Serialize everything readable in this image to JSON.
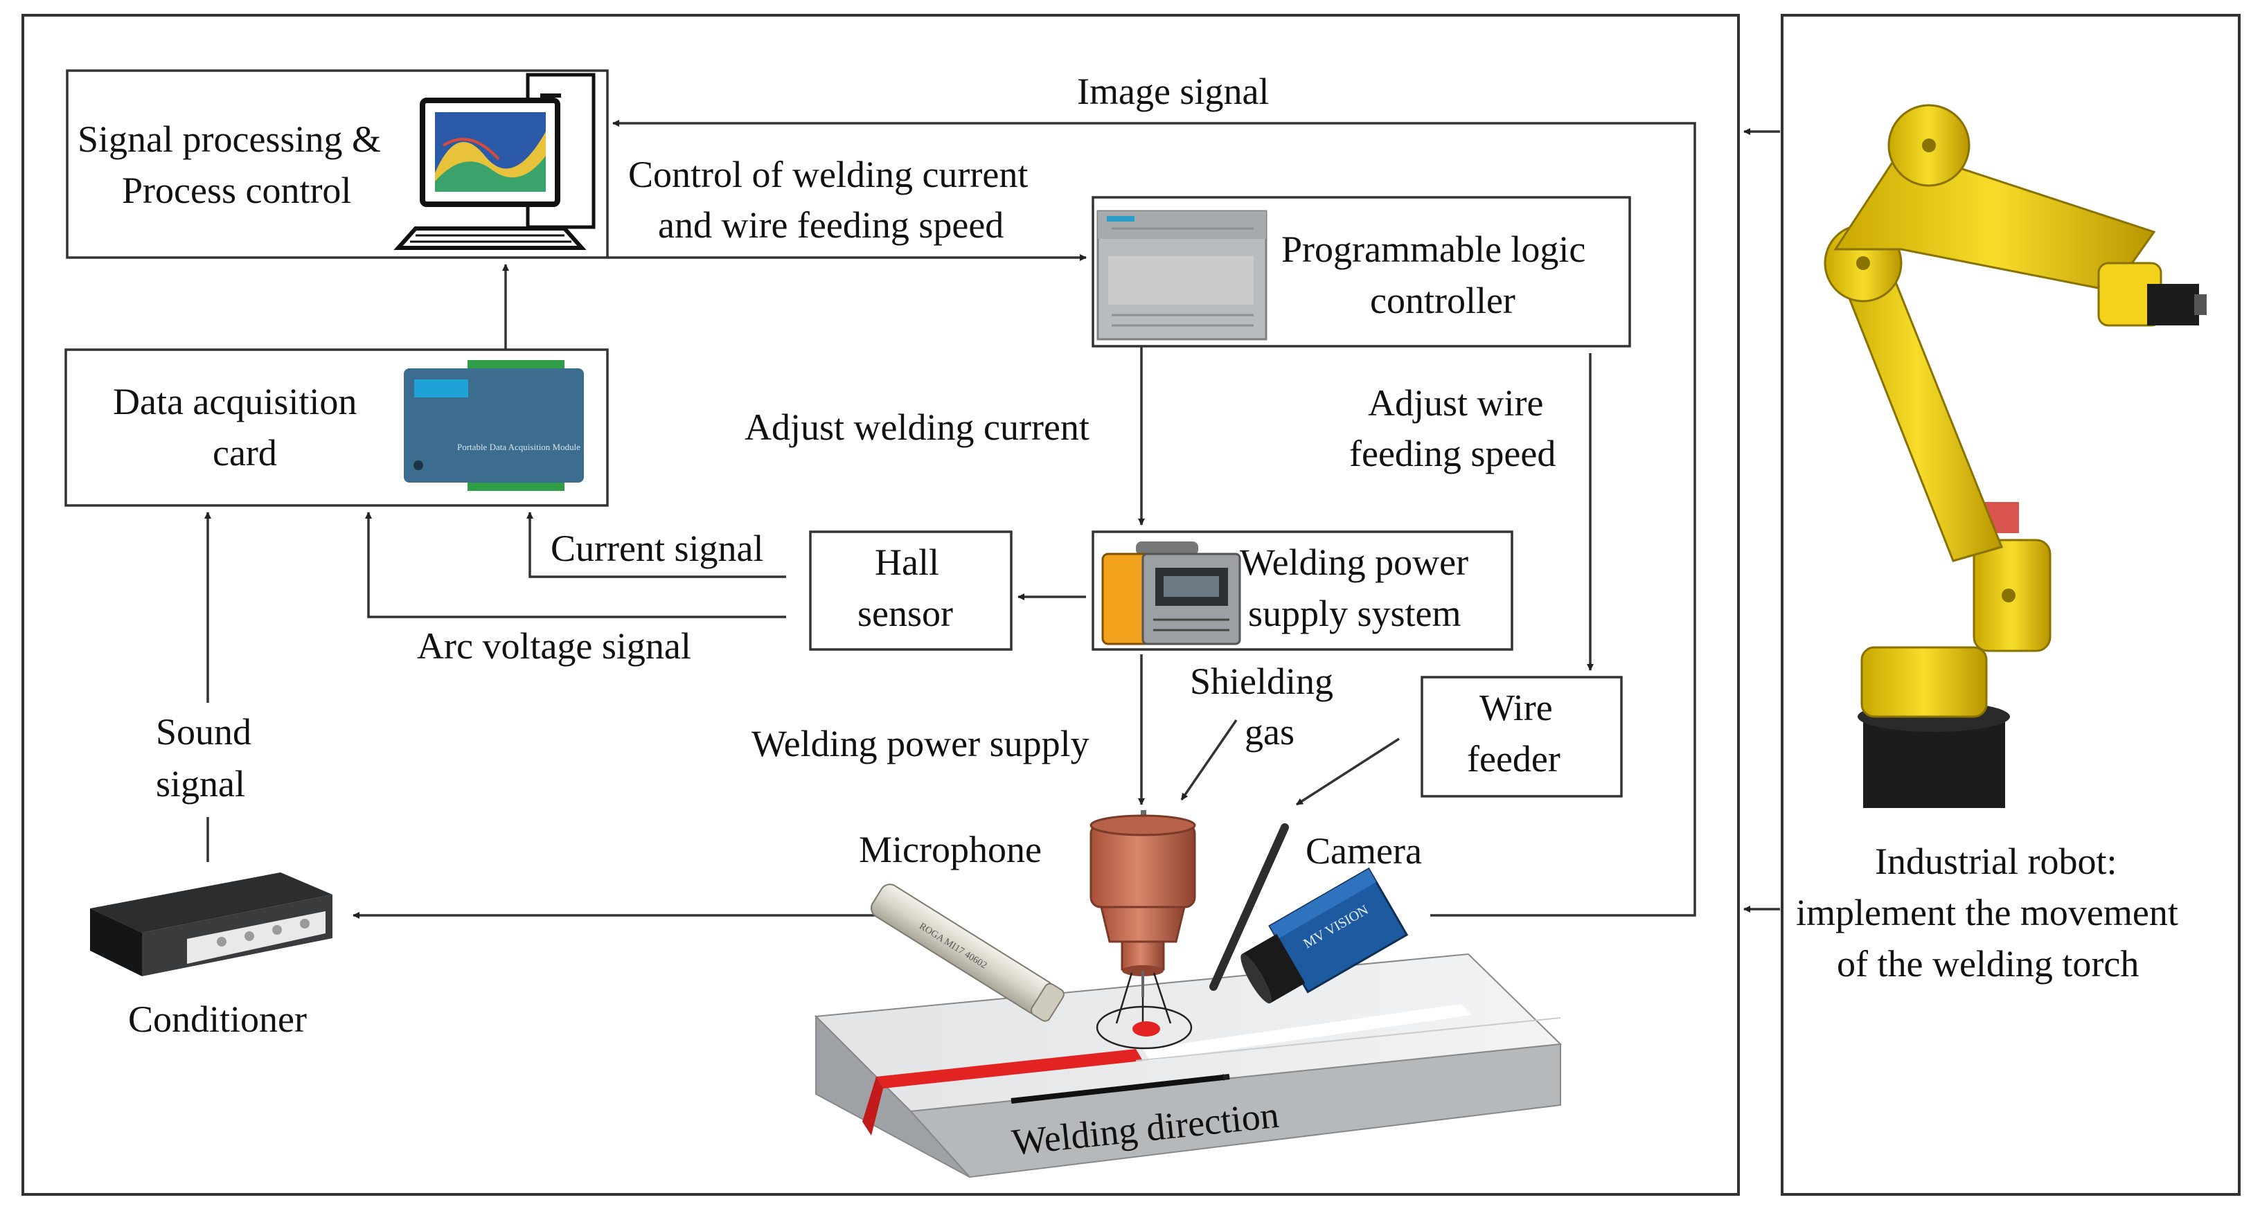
{
  "labels": {
    "signal_processing_line1": "Signal processing &",
    "signal_processing_line2": "Process control",
    "data_acq_line1": "Data acquisition",
    "data_acq_line2": "card",
    "plc_line1": "Programmable logic",
    "plc_line2": "controller",
    "hall_line1": "Hall",
    "hall_line2": "sensor",
    "wps_line1": "Welding power",
    "wps_line2": "supply system",
    "wire_feeder_line1": "Wire",
    "wire_feeder_line2": "feeder",
    "image_signal": "Image signal",
    "control_line1": "Control of welding current",
    "control_line2": "and wire feeding speed",
    "adjust_current": "Adjust welding current",
    "adjust_wire_line1": "Adjust wire",
    "adjust_wire_line2": "feeding speed",
    "current_signal": "Current signal",
    "arc_voltage_signal": "Arc voltage signal",
    "sound_signal_line1": "Sound",
    "sound_signal_line2": "signal",
    "welding_power_supply": "Welding power supply",
    "shielding_line1": "Shielding",
    "shielding_line2": "gas",
    "microphone": "Microphone",
    "camera": "Camera",
    "conditioner": "Conditioner",
    "welding_direction": "Welding direction",
    "robot_line1": "Industrial robot:",
    "robot_line2": "implement the movement",
    "robot_line3": "of the welding torch",
    "camera_brand": "MV VISION",
    "mic_print": "ROGA MI17 40602",
    "daq_device_text": "Portable Data Acquisition Module"
  },
  "colors": {
    "robot_yellow": "#f2d21a",
    "torch_copper": "#c46b4b",
    "weld_bead_red": "#e32222",
    "camera_blue": "#1e5aa0",
    "plc_grey": "#b9bcbf",
    "daq_blue": "#3c6d8f"
  }
}
